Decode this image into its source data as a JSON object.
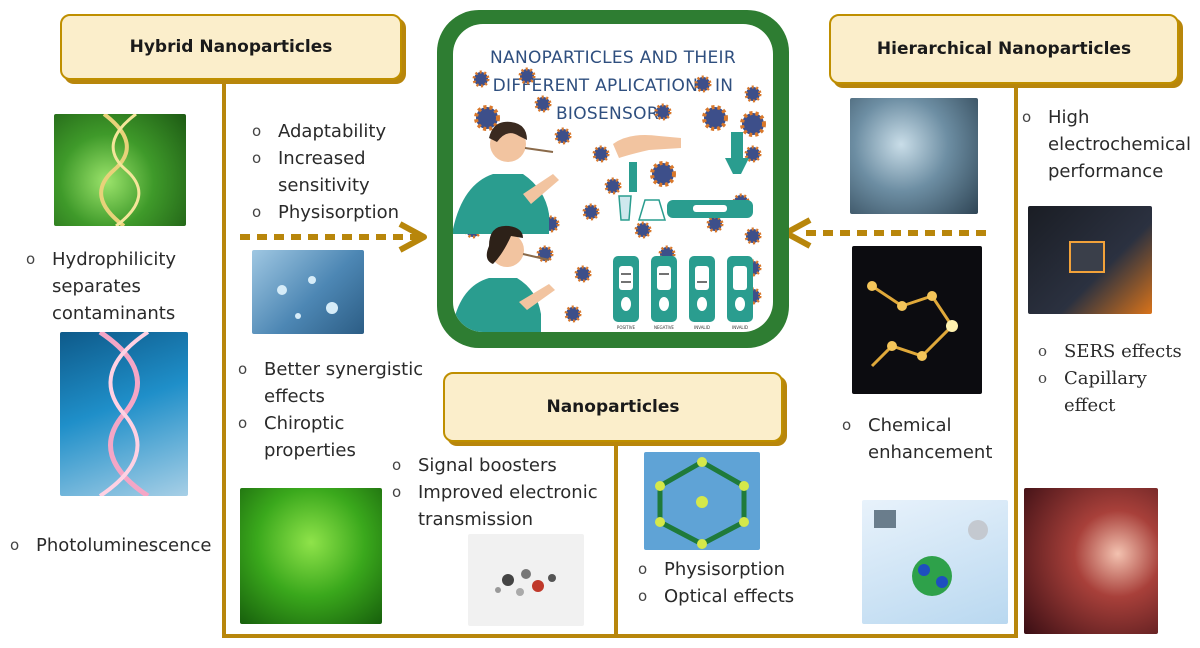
{
  "hybrid": {
    "title": "Hybrid Nanoparticles",
    "top_list": [
      "Adaptability",
      "Increased sensitivity",
      "Physisorption"
    ],
    "mid_list": [
      "Better synergistic effects",
      "Chiroptic properties"
    ],
    "left_list_1": [
      "Hydrophilicity separates contaminants"
    ],
    "left_list_2": [
      "Photoluminescence"
    ]
  },
  "center": {
    "title_lines": [
      "NANOPARTICLES AND THEIR",
      "DIFFERENT APLICATIONS IN",
      "BIOSENSORS"
    ],
    "test_labels": [
      "POSITIVE",
      "NEGATIVE",
      "INVALID",
      "INVALID"
    ]
  },
  "nano": {
    "title": "Nanoparticles",
    "left_list": [
      "Signal boosters",
      "Improved electronic transmission"
    ],
    "right_list": [
      "Physisorption",
      "Optical effects"
    ]
  },
  "hierarchical": {
    "title": "Hierarchical Nanoparticles",
    "top_list": [
      "High electrochemical performance"
    ],
    "mid_list": [
      "SERS effects",
      "Capillary effect"
    ],
    "chem_list": [
      "Chemical enhancement"
    ]
  },
  "colors": {
    "gold": "#b8860b",
    "box_fill": "#fbeecb",
    "green": "#2e7d32",
    "title_blue": "#2f4f7f"
  },
  "icons": [
    "virus-icon",
    "person-swab-icon",
    "test-cassette-icon",
    "dna-photo",
    "molecule-photo",
    "circuit-photo"
  ]
}
